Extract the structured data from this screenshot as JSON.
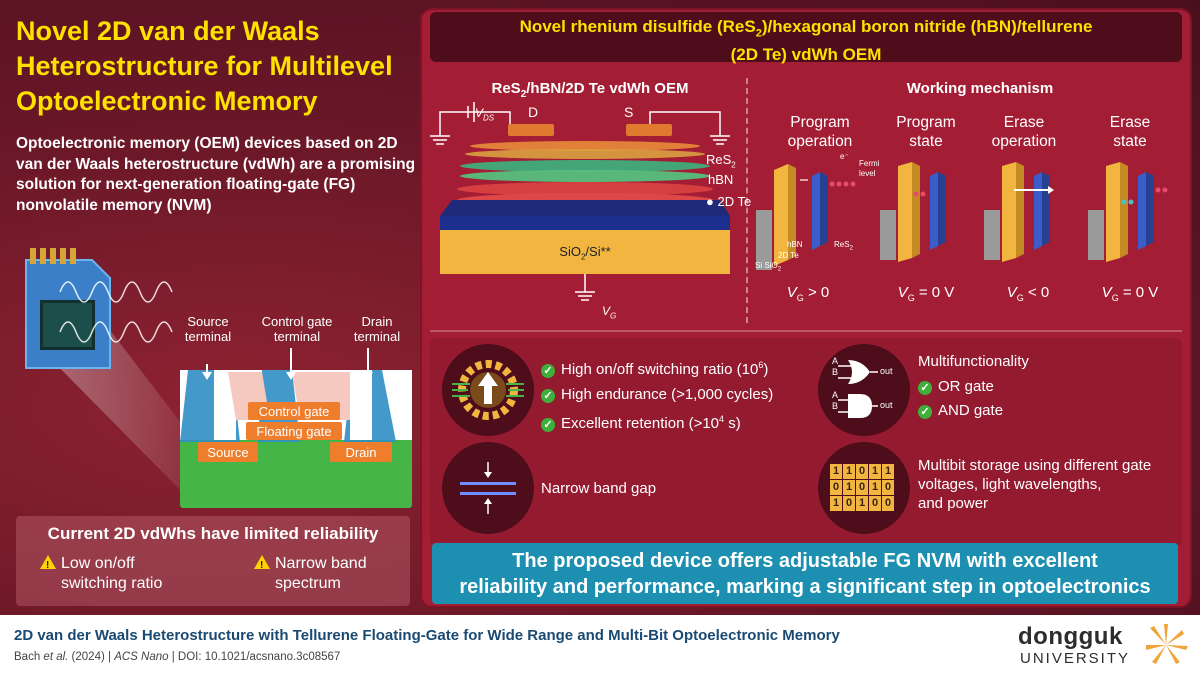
{
  "main_title": "Novel 2D van der Waals Heterostructure for Multilevel Optoelectronic Memory",
  "intro": "Optoelectronic memory (OEM) devices based on 2D van der Waals heterostructure (vdWh) are a promising solution for next-generation floating-gate (FG) nonvolatile memory (NVM)",
  "left_diagram": {
    "source_terminal": [
      "Source",
      "terminal"
    ],
    "control_gate_terminal": [
      "Control gate",
      "terminal"
    ],
    "drain_terminal": [
      "Drain",
      "terminal"
    ],
    "control_gate": "Control gate",
    "floating_gate": "Floating gate",
    "source": "Source",
    "drain": "Drain"
  },
  "limitations": {
    "title": "Current 2D vdWhs have limited reliability",
    "items": [
      [
        "Low on/off",
        "switching ratio"
      ],
      [
        "Narrow band",
        "spectrum"
      ]
    ]
  },
  "right_panel": {
    "title_prefix": "Novel rhenium disulfide (ReS",
    "title_sub": "2",
    "title_suffix": ")/hexagonal boron nitride (hBN)/tellurene",
    "title_line2": "(2D Te) vdWh OEM",
    "device_title": {
      "a": "ReS",
      "sub": "2",
      "b": "/hBN/2D Te vdWh OEM"
    },
    "device_labels": {
      "vds": "V",
      "vds_sub": "DS",
      "d": "D",
      "s": "S",
      "res2": "ReS",
      "res2_sub": "2",
      "hbn": "hBN",
      "te": "2D Te",
      "substrate": "SiO",
      "substrate_sub": "2",
      "substrate_suffix": "/Si**",
      "vg": "V",
      "vg_sub": "G"
    },
    "mechanism_title": "Working mechanism",
    "mechanism": [
      {
        "label": [
          "Program",
          "operation"
        ],
        "vg": "V",
        "vg_sub": "G",
        "cond": " > 0"
      },
      {
        "label": [
          "Program",
          "state"
        ],
        "vg": "V",
        "vg_sub": "G",
        "cond": " = 0 V"
      },
      {
        "label": [
          "Erase",
          "operation"
        ],
        "vg": "V",
        "vg_sub": "G",
        "cond": " < 0"
      },
      {
        "label": [
          "Erase",
          "state"
        ],
        "vg": "V",
        "vg_sub": "G",
        "cond": " = 0 V"
      }
    ],
    "band_labels": {
      "electron": "e⁻",
      "fermi": [
        "Fermi",
        "level"
      ],
      "si": "Si",
      "sio2": "SiO",
      "sio2_sub": "2",
      "hbn": "hBN",
      "te": "2D Te",
      "res2": "ReS",
      "res2_sub": "2"
    }
  },
  "features": {
    "performance": [
      {
        "text": "High on/off switching ratio (10",
        "sup": "6",
        "tail": ")"
      },
      {
        "text": "High endurance (>1,000 cycles)",
        "sup": "",
        "tail": ""
      },
      {
        "text": "Excellent retention (>10",
        "sup": "4",
        "tail": " s)"
      }
    ],
    "band_gap": "Narrow band gap",
    "multifunctionality": {
      "title": "Multifunctionality",
      "items": [
        "OR gate",
        "AND gate"
      ],
      "gate_inputs": [
        "A",
        "B"
      ],
      "gate_output": "out"
    },
    "multibit": {
      "text": [
        "Multibit storage using different gate",
        "voltages, light wavelengths,",
        "and power"
      ],
      "grid": [
        [
          "1",
          "1",
          "0",
          "1",
          "1"
        ],
        [
          "0",
          "1",
          "0",
          "1",
          "0"
        ],
        [
          "1",
          "0",
          "1",
          "0",
          "0"
        ]
      ]
    }
  },
  "conclusion": [
    "The proposed device offers adjustable FG NVM with excellent",
    "reliability and performance, marking a significant step in optoelectronics"
  ],
  "footer": {
    "title": "2D van der Waals Heterostructure with Tellurene Floating-Gate for Wide Range and Multi-Bit Optoelectronic Memory",
    "cite_a": "Bach ",
    "cite_etal": "et al.",
    "cite_b": " (2024) | ",
    "cite_journal": "ACS Nano",
    "cite_c": " | DOI: 10.1021/acsnano.3c08567",
    "logo1": "dongguk",
    "logo2": "UNIVERSITY"
  },
  "colors": {
    "title_yellow": "#ffe100",
    "panel_red": "#a31e35",
    "conclusion_blue": "#1d8fb1",
    "check_green": "#3fae3a",
    "footer_navy": "#1a4a72"
  }
}
